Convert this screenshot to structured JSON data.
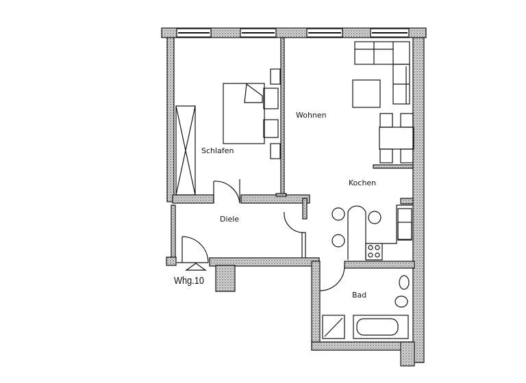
{
  "plan": {
    "unit_label": "Whg.10",
    "rooms": [
      {
        "id": "schlafen",
        "label": "Schlafen"
      },
      {
        "id": "wohnen",
        "label": "Wohnen"
      },
      {
        "id": "kochen",
        "label": "Kochen"
      },
      {
        "id": "diele",
        "label": "Diele"
      },
      {
        "id": "bad",
        "label": "Bad"
      }
    ],
    "colors": {
      "line": "#111111",
      "wall_fill": "#c8c8c8",
      "background": "#ffffff"
    }
  }
}
